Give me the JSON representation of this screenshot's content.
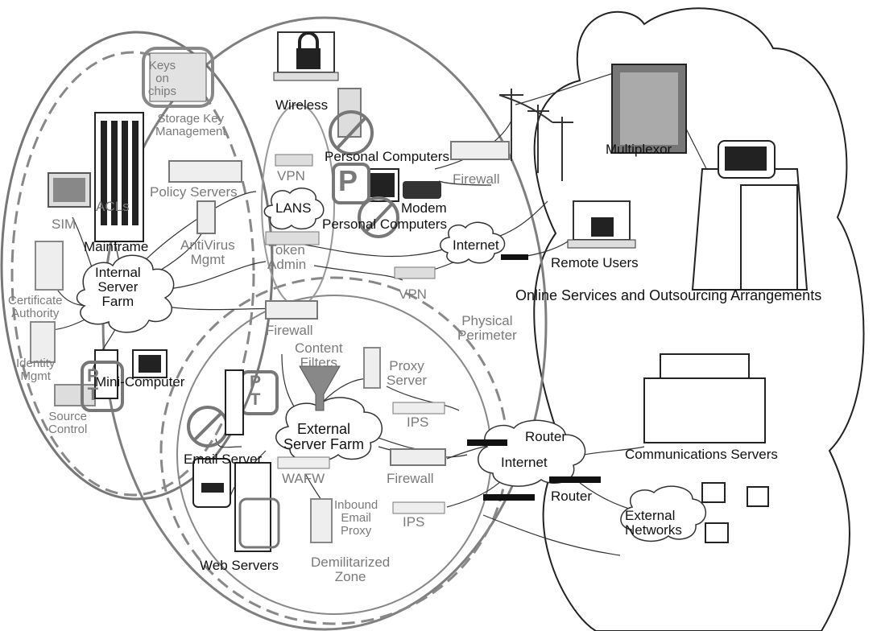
{
  "diagram": {
    "zones": {
      "physical_perimeter": [
        "Physical",
        "Perimeter"
      ],
      "demilitarized_zone": [
        "Demilitarized",
        "Zone"
      ],
      "online_services": "Online Services and Outsourcing Arrangements"
    },
    "internal": {
      "keys_on_chips": [
        "Keys",
        "on",
        "chips"
      ],
      "storage_key_mgmt": [
        "Storage Key",
        "Management"
      ],
      "policy_servers": "Policy Servers",
      "acls": "ACLs",
      "sim": "SIM",
      "mainframe": "Mainframe",
      "antivirus_mgmt": [
        "AntiVirus",
        "Mgmt"
      ],
      "internal_server_farm": [
        "Internal",
        "Server",
        "Farm"
      ],
      "certificate_authority": [
        "Certificate",
        "Authority"
      ],
      "identity_mgmt": [
        "Identity",
        "Mgmt"
      ],
      "mini_computer": "Mini-Computer",
      "pt_badge": [
        "P",
        "T"
      ],
      "source_control": [
        "Source",
        "Control"
      ]
    },
    "perimeter": {
      "wireless": "Wireless",
      "vpn_top": "VPN",
      "personal_computers_1": "Personal Computers",
      "personal_computers_2": "Personal Computers",
      "lans": "LANS",
      "p_badge": "P",
      "modem": "Modem",
      "token_admin": [
        "Token",
        "Admin"
      ],
      "vpn_bottom": "VPN",
      "firewall_top": "Firewall",
      "internet_top": "Internet"
    },
    "dmz": {
      "firewall": "Firewall",
      "content_filters": [
        "Content",
        "Filters"
      ],
      "proxy_server": [
        "Proxy",
        "Server"
      ],
      "ips_top": "IPS",
      "pt_badge": [
        "P",
        "T"
      ],
      "external_server_farm": [
        "External",
        "Server Farm"
      ],
      "email_server": "Email Server",
      "wafw": "WAFW",
      "firewall_lower": "Firewall",
      "inbound_email_proxy": [
        "Inbound",
        "Email",
        "Proxy"
      ],
      "ips_bottom": "IPS",
      "web_servers": "Web Servers"
    },
    "external": {
      "multiplexor": "Multiplexor",
      "remote_users": "Remote Users",
      "router_top": "Router",
      "internet_bottom": "Internet",
      "router_bottom": "Router",
      "communications_servers": "Communications Servers",
      "external_networks": [
        "External",
        "Networks"
      ]
    }
  },
  "colors": {
    "ink": "#111111",
    "gray_text": "#7a7a7a",
    "gray_stroke": "#8c8c8c"
  }
}
